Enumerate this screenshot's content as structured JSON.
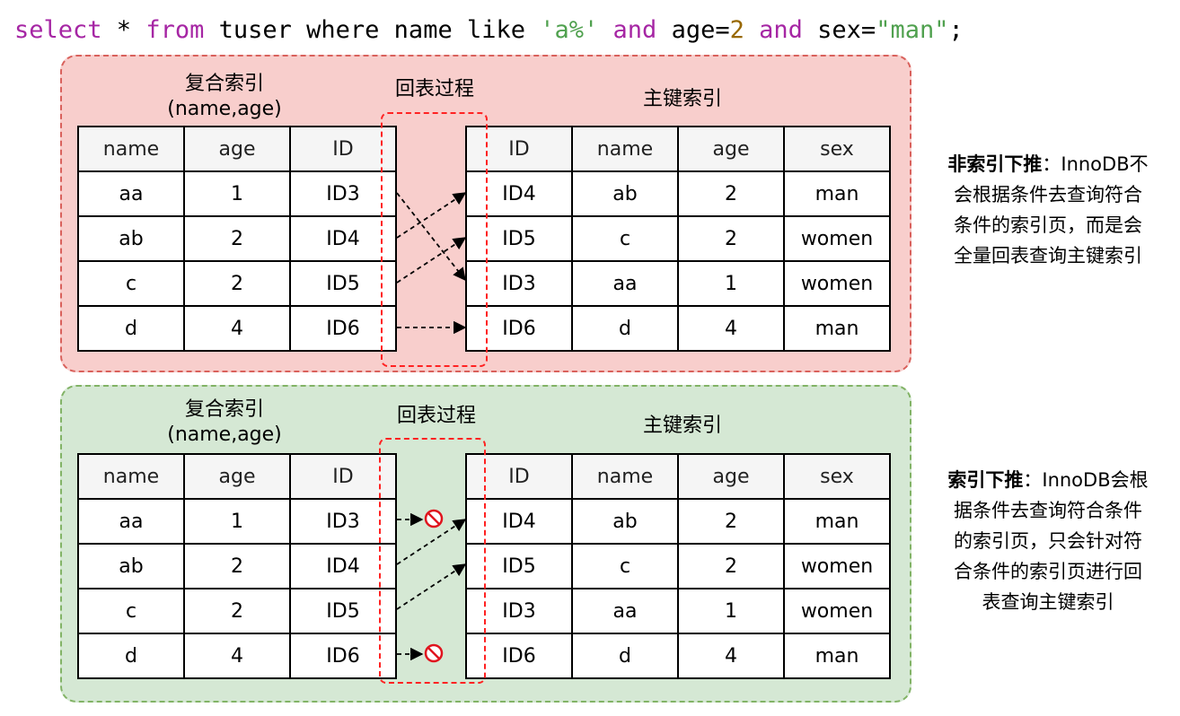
{
  "sql": {
    "kw_select": "select",
    "star": " * ",
    "kw_from": "from",
    "plain1": " tuser where name like ",
    "str_a": "'a%'",
    "space1": " ",
    "kw_and1": "and",
    "plain2": " age=",
    "num_2": "2",
    "space2": " ",
    "kw_and2": "and",
    "plain3": " sex=",
    "str_man": "\"man\"",
    "semi": ";"
  },
  "colors": {
    "keyword": "#a626a4",
    "string": "#50a14f",
    "number": "#986801",
    "red_panel": "#f8cecc",
    "green_panel": "#d5e8d4",
    "red_dash": "#ff2222",
    "block_icon": "#e0141e"
  },
  "composite_index_title": "复合索引",
  "composite_index_subtitle": "(name,age)",
  "lookup_label": "回表过程",
  "primary_index_title": "主键索引",
  "composite_table": {
    "headers": [
      "name",
      "age",
      "ID"
    ],
    "rows": [
      [
        "aa",
        "1",
        "ID3"
      ],
      [
        "ab",
        "2",
        "ID4"
      ],
      [
        "c",
        "2",
        "ID5"
      ],
      [
        "d",
        "4",
        "ID6"
      ]
    ]
  },
  "primary_table": {
    "headers": [
      "ID",
      "name",
      "age",
      "sex"
    ],
    "rows": [
      [
        "ID4",
        "ab",
        "2",
        "man"
      ],
      [
        "ID5",
        "c",
        "2",
        "women"
      ],
      [
        "ID3",
        "aa",
        "1",
        "women"
      ],
      [
        "ID6",
        "d",
        "4",
        "man"
      ]
    ]
  },
  "top_note": {
    "bold": "非索引下推",
    "lines": [
      "：InnoDB不",
      "会根据条件去查询符合",
      "条件的索引页，而是会",
      "全量回表查询主键索引"
    ]
  },
  "bottom_note": {
    "bold": "索引下推",
    "lines": [
      "：InnoDB会根",
      "据条件去查询符合条件",
      "的索引页，只会针对符",
      "合条件的索引页进行回",
      "表查询主键索引"
    ]
  },
  "icons": {
    "arrow": "dashed-arrow-icon",
    "blocked": "no-entry-icon"
  }
}
